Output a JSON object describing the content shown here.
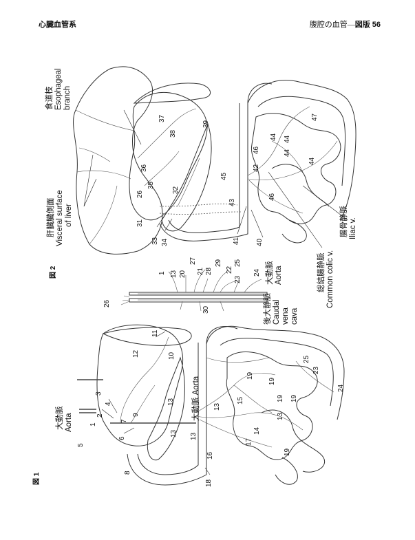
{
  "header": {
    "left": "心臓血管系",
    "right_prefix": "腹腔の血管—",
    "right_bold": "図版 56"
  },
  "figures": {
    "fig1_label": "図 1",
    "fig2_label": "図 2"
  },
  "fig1": {
    "aorta_jp": "大動脈",
    "aorta_en": "Aorta",
    "aorta_mid": "大動脈 Aorta",
    "numbers": [
      "1",
      "2",
      "3",
      "4",
      "5",
      "6",
      "7",
      "8",
      "9",
      "10",
      "11",
      "12",
      "13",
      "13",
      "13",
      "13",
      "13",
      "14",
      "15",
      "16",
      "17",
      "18",
      "19",
      "19",
      "19",
      "19",
      "19",
      "23",
      "24",
      "25"
    ]
  },
  "fig2": {
    "esophageal": [
      "食道枝",
      "Esophageal",
      "branch"
    ],
    "liver": [
      "肝臓臓側面",
      "Visceral surface",
      "of liver"
    ],
    "aorta": [
      "大動脈",
      "Aorta"
    ],
    "caudal_vc": [
      "後大静脈",
      "Caudal",
      "vena",
      "cava"
    ],
    "common_colic": [
      "総結腸静脈",
      "Common colic v."
    ],
    "iliac": [
      "腸骨静脈",
      "Iliac v."
    ],
    "numbers": [
      "1",
      "13",
      "20",
      "27",
      "21",
      "28",
      "29",
      "22",
      "23",
      "25",
      "24",
      "26",
      "30",
      "31",
      "26",
      "33",
      "34",
      "32",
      "35",
      "36",
      "38",
      "37",
      "39",
      "45",
      "43",
      "46",
      "42",
      "46",
      "44",
      "44",
      "44",
      "44",
      "47",
      "41",
      "40"
    ]
  }
}
